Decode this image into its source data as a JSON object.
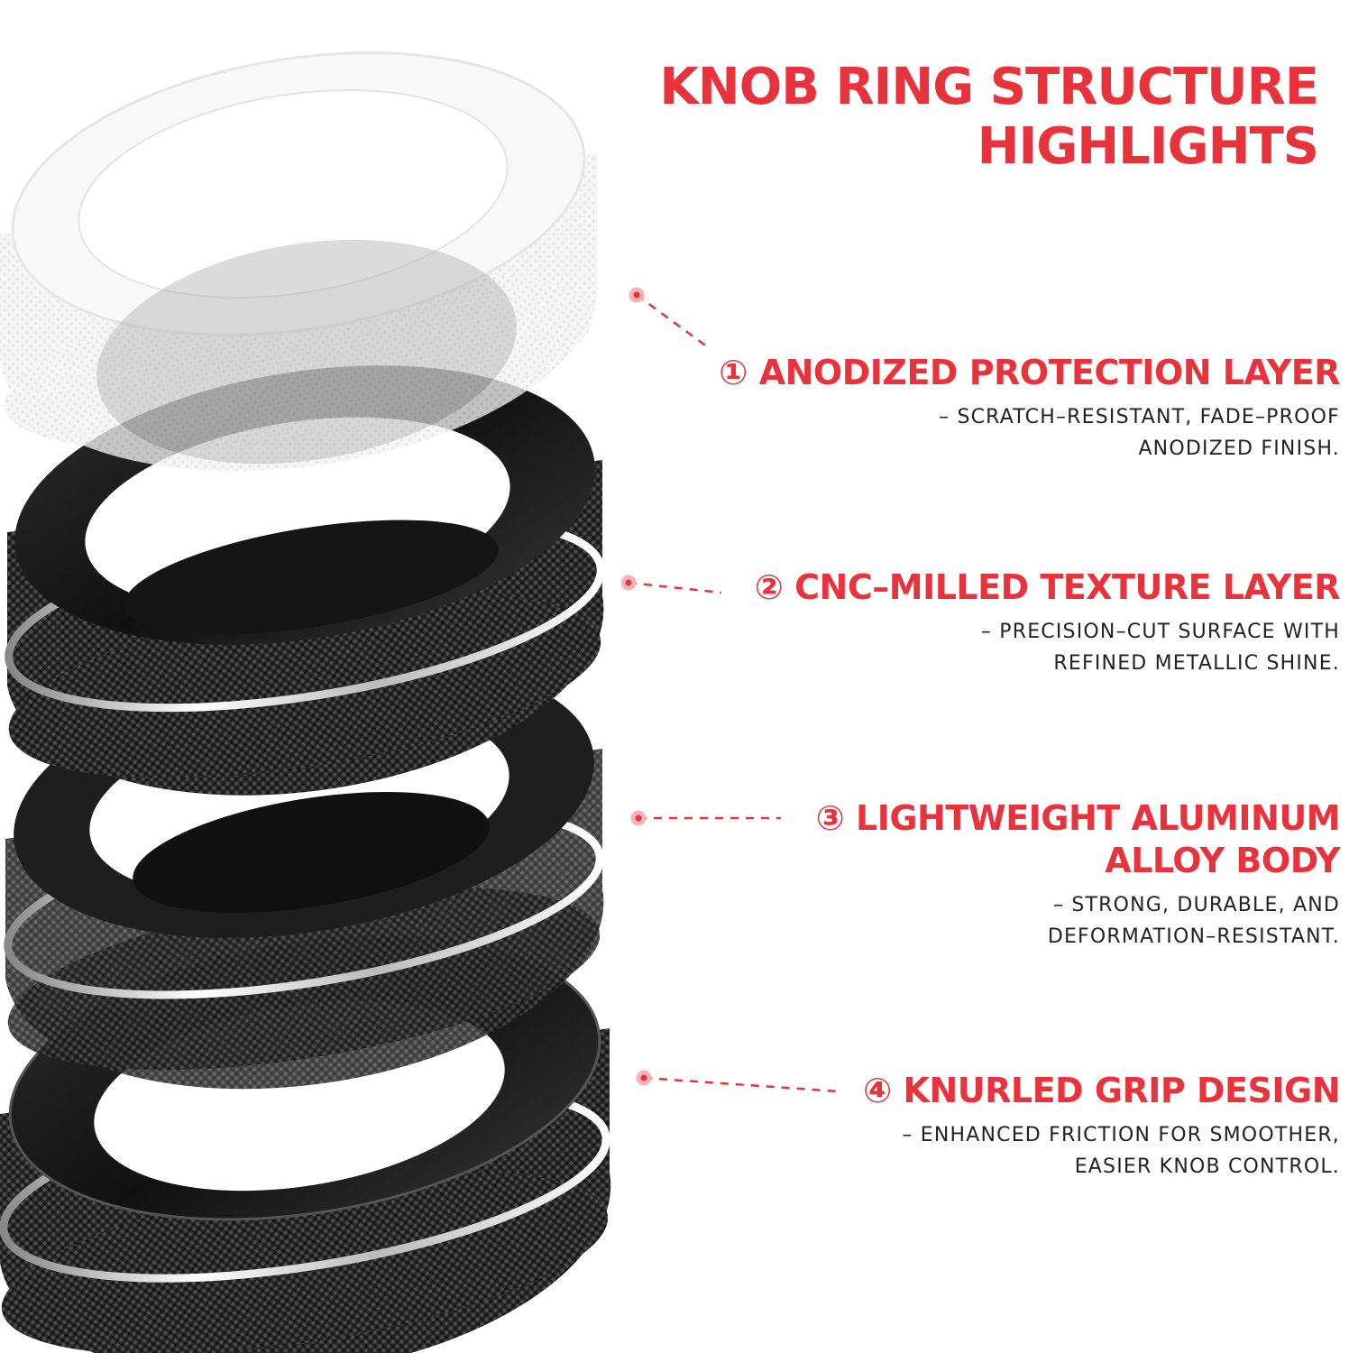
{
  "title": {
    "line1": "KNOB RING STRUCTURE",
    "line2": "HIGHLIGHTS"
  },
  "accent_color": "#e8323c",
  "features": [
    {
      "num": "①",
      "heading": "ANODIZED PROTECTION LAYER",
      "desc_line1": "– SCRATCH–RESISTANT, FADE–PROOF",
      "desc_line2": "ANODIZED FINISH."
    },
    {
      "num": "②",
      "heading": "CNC–MILLED TEXTURE LAYER",
      "desc_line1": "– PRECISION–CUT SURFACE WITH",
      "desc_line2": "REFINED METALLIC SHINE."
    },
    {
      "num": "③",
      "heading_line1": "LIGHTWEIGHT ALUMINUM",
      "heading_line2": "ALLOY BODY",
      "desc_line1": "– STRONG, DURABLE, AND",
      "desc_line2": "DEFORMATION–RESISTANT."
    },
    {
      "num": "④",
      "heading": "KNURLED GRIP DESIGN",
      "desc_line1": "– ENHANCED FRICTION FOR SMOOTHER,",
      "desc_line2": "EASIER KNOB CONTROL."
    }
  ],
  "icons": [
    "knob-ring-illustration",
    "leader-dot"
  ]
}
